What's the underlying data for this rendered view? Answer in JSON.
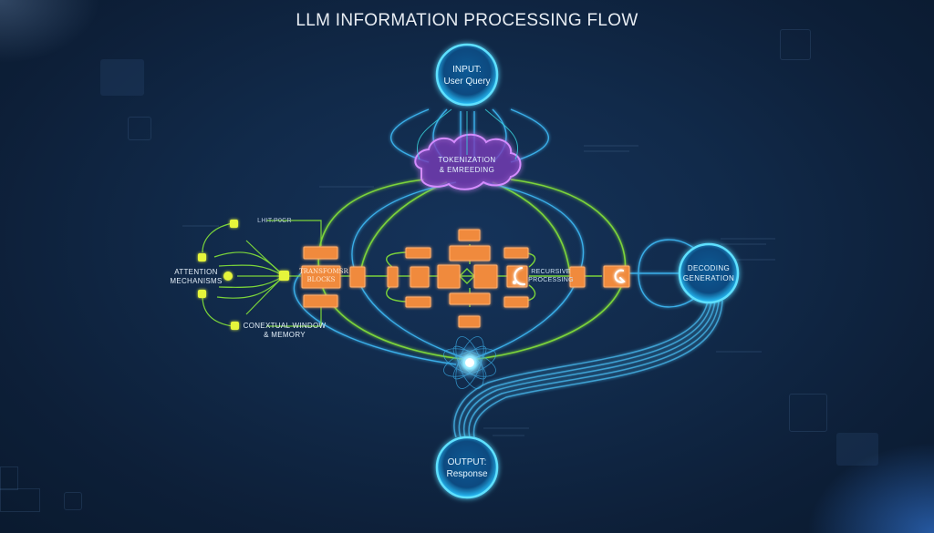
{
  "title": "LLM INFORMATION PROCESSING FLOW",
  "colors": {
    "background": "#112a4a",
    "node_glow": "#3ad0ff",
    "tokenization_cloud": "#b56cf0",
    "transformer_block": "#f08a3c",
    "attention_node": "#e6f53a",
    "green_connector": "#7bd43a",
    "blue_connector": "#3aaee8"
  },
  "nodes": {
    "input": {
      "line1": "INPUT:",
      "line2": "User Query"
    },
    "tokenization": {
      "line1": "TOKENIZATION",
      "line2": "& EMREEDING"
    },
    "transformer": {
      "line1": "TRANSFOMSR",
      "line2": "BLOCKS"
    },
    "recursive": {
      "line1": "RECURSIVE",
      "line2": "PROCESSING"
    },
    "decoding": {
      "line1": "DECODING",
      "line2": "GENERATION"
    },
    "output": {
      "line1": "OUTPUT:",
      "line2": "Response"
    }
  },
  "side_labels": {
    "attention": {
      "line1": "ATTENTION",
      "line2": "MECHANISMS"
    },
    "context": {
      "line1": "CONEXTUAL WINDOW",
      "line2": "& MEMORY"
    },
    "top_tag": "LHIT.P0CR"
  },
  "icons": {
    "recursive_icon": "crescent-arrow",
    "decoding_icon": "refresh-arrow"
  }
}
